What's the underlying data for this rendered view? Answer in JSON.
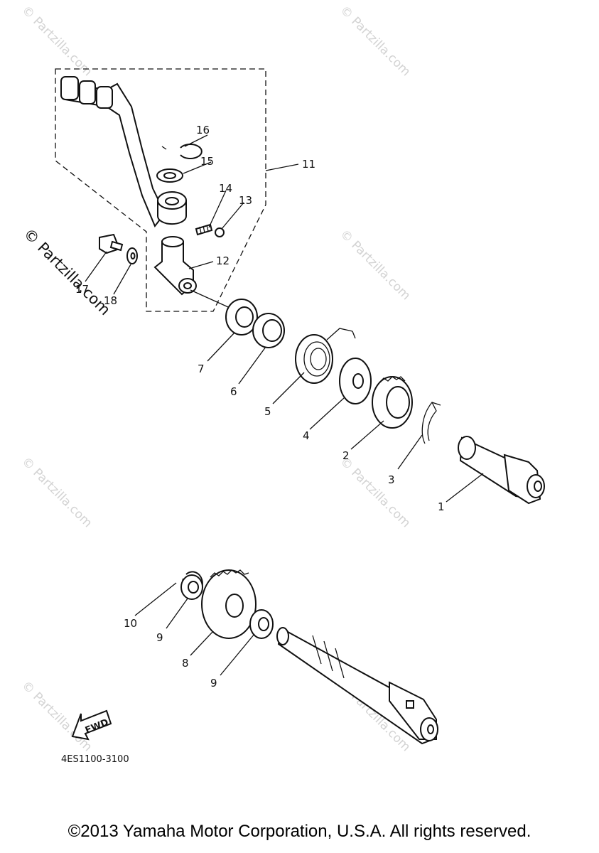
{
  "watermark": {
    "text": "© Partzilla.com"
  },
  "diagram_code": "4ES1100-3100",
  "fwd_label": "FWD",
  "footer": "©2013 Yamaha Motor Corporation, U.S.A. All rights reserved.",
  "callouts": {
    "c1": "1",
    "c2": "2",
    "c3": "3",
    "c4": "4",
    "c5": "5",
    "c6": "6",
    "c7": "7",
    "c8": "8",
    "c9a": "9",
    "c9b": "9",
    "c10": "10",
    "c11": "11",
    "c12": "12",
    "c13": "13",
    "c14": "14",
    "c15": "15",
    "c16": "16",
    "c17": "17",
    "c18": "18"
  }
}
